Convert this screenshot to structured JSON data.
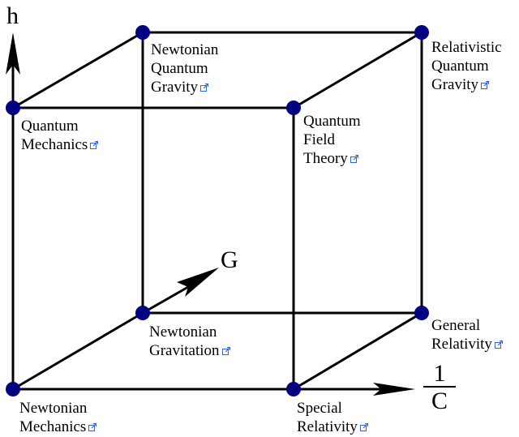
{
  "colors": {
    "node": "#000080",
    "edge": "#000000",
    "link_icon": "#3366cc"
  },
  "axes": {
    "h": "h",
    "g": "G",
    "c_numerator": "1",
    "c_denominator": "C"
  },
  "nodes": {
    "newtonian_mechanics": [
      "Newtonian",
      "Mechanics"
    ],
    "special_relativity": [
      "Special",
      "Relativity"
    ],
    "newtonian_gravitation": [
      "Newtonian",
      "Gravitation"
    ],
    "general_relativity": [
      "General",
      "Relativity"
    ],
    "quantum_mechanics": [
      "Quantum",
      "Mechanics"
    ],
    "quantum_field_theory": [
      "Quantum",
      "Field",
      "Theory"
    ],
    "newtonian_quantum_gravity": [
      "Newtonian",
      "Quantum",
      "Gravity"
    ],
    "relativistic_quantum_gravity": [
      "Relativistic",
      "Quantum",
      "Gravity"
    ]
  },
  "icons": {
    "external_link": "external-link-icon"
  }
}
